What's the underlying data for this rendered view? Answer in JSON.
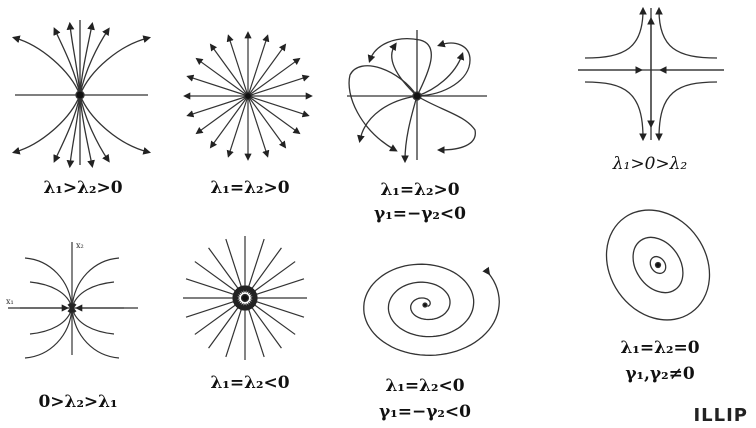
{
  "panels": [
    {
      "id": "p1",
      "type": "node-unstable-vertical",
      "caption": [
        "λ₁>λ₂>0"
      ]
    },
    {
      "id": "p2",
      "type": "star-out",
      "caption": [
        "λ₁=λ₂>0"
      ]
    },
    {
      "id": "p3",
      "type": "spiral-out-boxy",
      "caption": [
        "λ₁=λ₂>0",
        "γ₁=−γ₂<0"
      ]
    },
    {
      "id": "p4",
      "type": "saddle",
      "caption": [
        "λ₁>0>λ₂"
      ]
    },
    {
      "id": "p5",
      "type": "node-stable-horizontal",
      "caption": [
        "0>λ₂>λ₁"
      ]
    },
    {
      "id": "p6",
      "type": "star-in",
      "caption": [
        "λ₁=λ₂<0"
      ]
    },
    {
      "id": "p7",
      "type": "spiral-in",
      "caption": [
        "λ₁=λ₂<0",
        "γ₁=−γ₂<0"
      ]
    },
    {
      "id": "p8",
      "type": "center",
      "caption": [
        "λ₁=λ₂=0",
        "γ₁,γ₂≠0"
      ]
    }
  ],
  "axis_labels": {
    "x1": "x₁",
    "x2": "x₂"
  },
  "logo": "ILLIP"
}
